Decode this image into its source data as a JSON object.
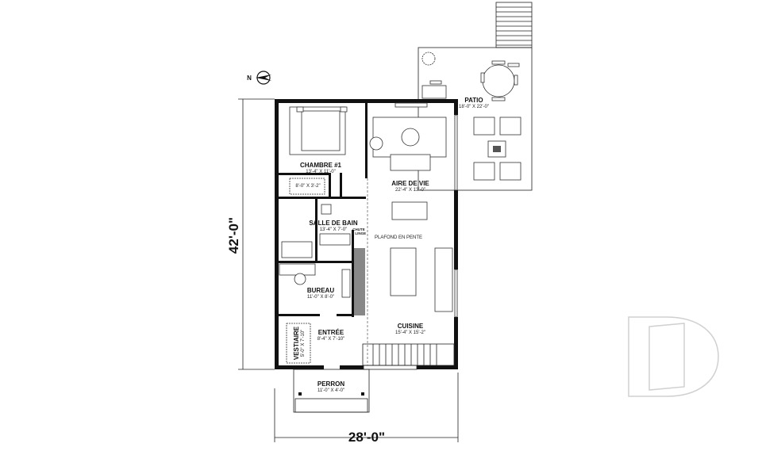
{
  "plan": {
    "overall_width": "28'-0\"",
    "overall_depth": "42'-0\"",
    "north_label": "N",
    "ceiling_note": "PLAFOND EN PENTE",
    "chute_note": [
      "CHUTE",
      "À LINGE"
    ],
    "rooms": [
      {
        "name": "CHAMBRE #1",
        "size": "13'-4\" X 11'-0\""
      },
      {
        "name": "",
        "size": "8'-0\" X 3'-2\""
      },
      {
        "name": "AIRE DE VIE",
        "size": "22'-4\" X 13'-0\""
      },
      {
        "name": "SALLE DE BAIN",
        "size": "13'-4\" X 7'-0\""
      },
      {
        "name": "BUREAU",
        "size": "11'-0\" X 8'-0\""
      },
      {
        "name": "ENTRÉE",
        "size": "8'-4\" X 7'-10\""
      },
      {
        "name": "VESTIAIRE",
        "size": "5'-0\" X 7'-10\""
      },
      {
        "name": "CUISINE",
        "size": "15'-4\" X 15'-2\""
      },
      {
        "name": "PERRON",
        "size": "11'-0\" X 4'-0\""
      },
      {
        "name": "PATIO",
        "size": "18'-0\" X 22'-0\""
      }
    ]
  },
  "colors": {
    "wall": "#111111",
    "logo": "#d0d0d0"
  }
}
